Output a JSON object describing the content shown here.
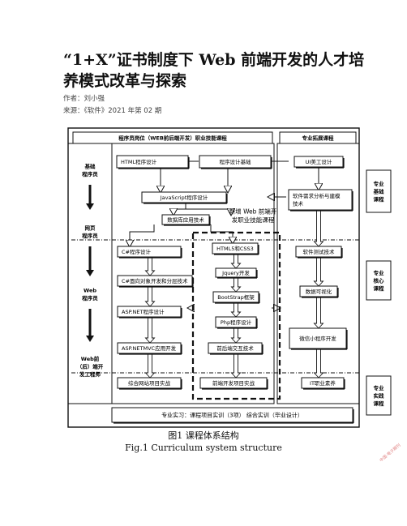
{
  "article": {
    "title_line1": "“1+X”证书制度下 Web 前端开发的人才培",
    "title_line2": "养模式改革与探索",
    "author": "作者：刘小强",
    "source": "来源：《软件》2021 年第 02 期"
  },
  "diagram": {
    "header_core": "程序员岗位（WEB前后端开发）职业技能课程",
    "header_ext": "专业拓展课程",
    "roles": [
      "基础\n程序员",
      "网页\n程序员",
      "Web\n程序员",
      "Web前\n（后）端开\n发工程师"
    ],
    "courses": {
      "html": "HTML程序设计",
      "prog_basics": "程序设计基础",
      "js": "JavaScript程序设计",
      "db": "数据库应用技术",
      "csharp": "C#程序设计",
      "csharp_oop": "C#面向对象开发和分层技术",
      "aspnet": "ASP.NET程序设计",
      "aspnet_mvc": "ASP.NETMVC应用开发",
      "site_project": "综合网站项目实战",
      "html5": "HTML5和CSS3",
      "jquery": "Jquery开发",
      "bootstrap": "BootStrap框架",
      "php": "Php程序设计",
      "interaction": "前后端交互技术",
      "fe_project": "前端开发项目实战",
      "ui": "UI美工设计",
      "req": "软件需求分析与建模\n技术",
      "testing": "软件测试技术",
      "visual": "数据可视化",
      "wechat": "微信小程序开发",
      "it_lit": "IT职业素养"
    },
    "new_label": "新增 Web 前端开\n发职业技能课程",
    "internship": "专业实习：课程项目实训（3项）      综合实训（毕业设计）",
    "side_labels": [
      "专业\n基础\n课程",
      "专业\n核心\n课程",
      "专业\n实践\n课程"
    ]
  },
  "caption": {
    "cn": "图1 课程体系结构",
    "en": "Fig.1 Curriculum system structure"
  },
  "watermark": "中国·电子期刊"
}
